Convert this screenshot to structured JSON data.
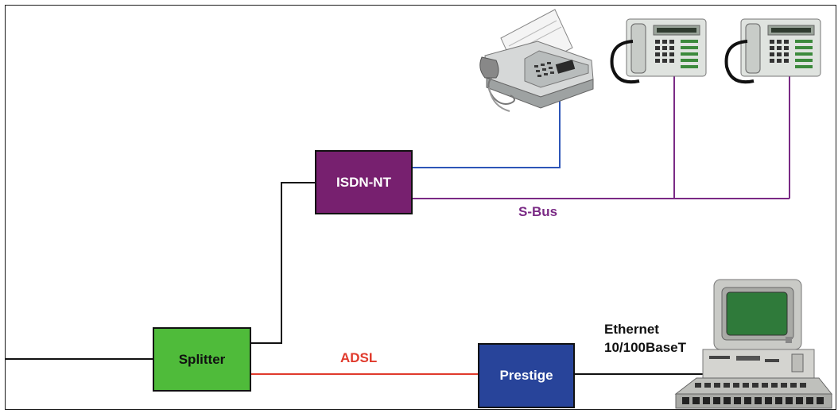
{
  "nodes": {
    "splitter": {
      "label": "Splitter",
      "color": "#4fbb3a"
    },
    "isdn_nt": {
      "label": "ISDN-NT",
      "color": "#77206f"
    },
    "prestige": {
      "label": "Prestige",
      "color": "#28449a"
    }
  },
  "links": {
    "adsl": {
      "label": "ADSL",
      "color": "#e03a2c"
    },
    "sbus": {
      "label": "S-Bus",
      "color": "#7a2a85"
    },
    "fax_line": {
      "color": "#2d55b8"
    },
    "ethernet": {
      "label_line1": "Ethernet",
      "label_line2": "10/100BaseT",
      "color": "#111111"
    }
  },
  "devices": {
    "fax": "fax-machine-icon",
    "phone": "isdn-telephone-icon",
    "computer": "desktop-computer-icon"
  }
}
